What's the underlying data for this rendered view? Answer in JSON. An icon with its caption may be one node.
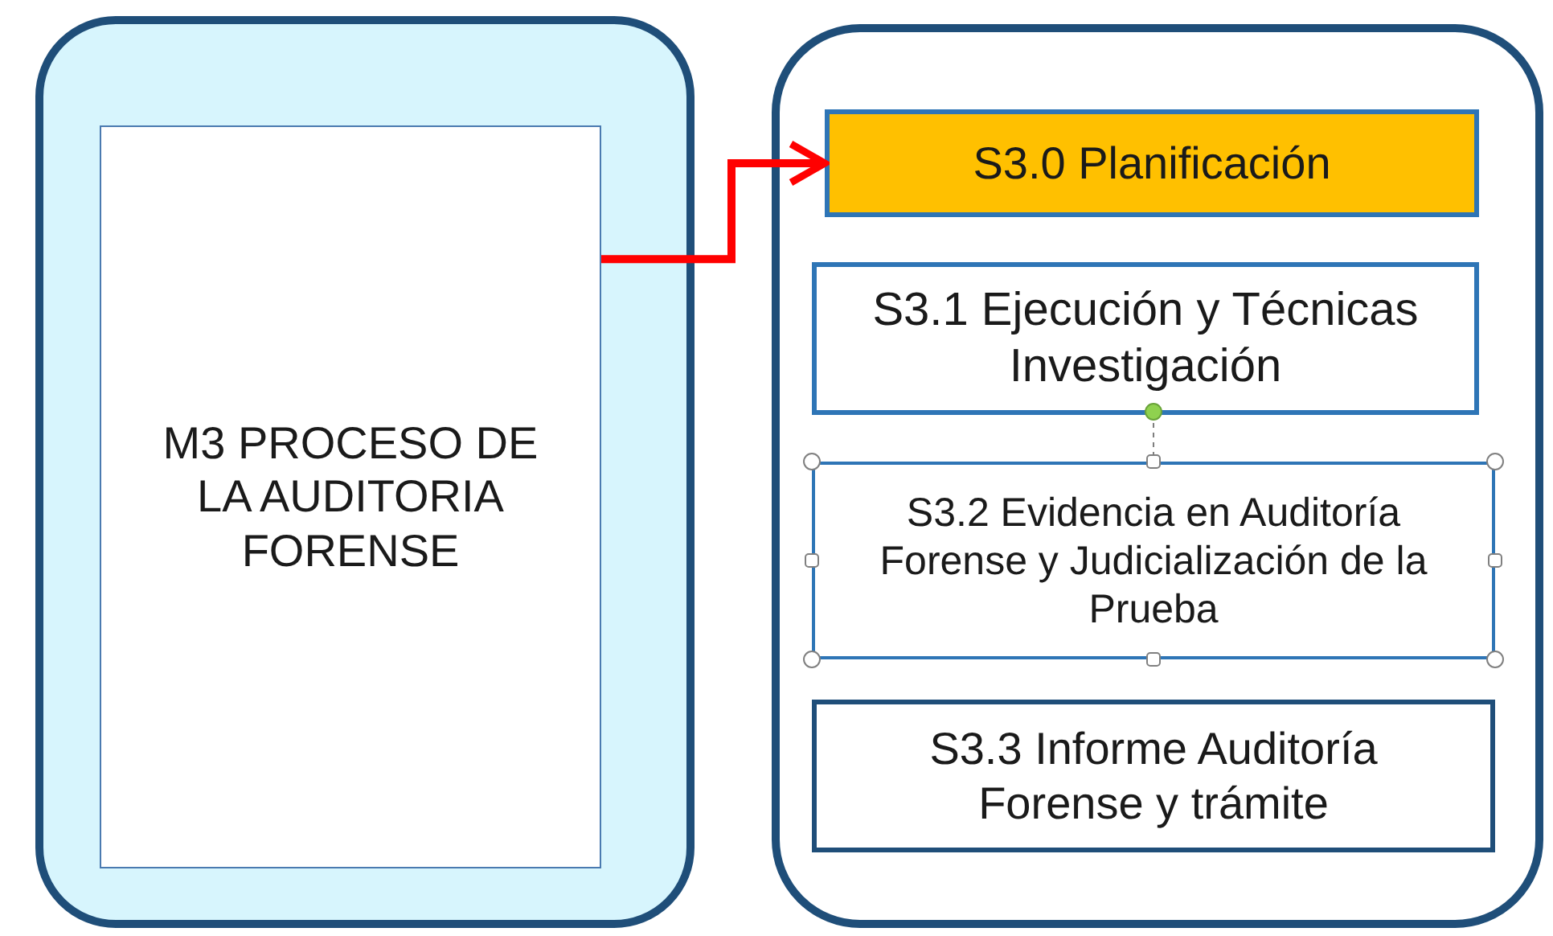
{
  "diagram": {
    "nodes": [
      {
        "text": [],
        "shape": "box"
      },
      {
        "text": [
          "M3 PROCESO DE LA AUDITORIA FORENSE"
        ],
        "in": 0
      },
      {
        "text": [],
        "shape": "box"
      },
      {
        "text": [
          "S3.0 Planificación"
        ],
        "in": 2
      },
      {
        "text": [
          "S3.1 Ejecución y Técnicas Investigación"
        ],
        "in": 2
      },
      {
        "text": [
          "S3.2 Evidencia en Auditoría Forense y Judicialización de la Prueba"
        ],
        "in": 2
      },
      {
        "text": [
          "S3.3 Informe Auditoría Forense y trámite"
        ],
        "in": 2
      }
    ],
    "edges": [
      {
        "from": 1,
        "to": 3,
        "arrow": "to",
        "color": "#ff0000"
      }
    ]
  }
}
